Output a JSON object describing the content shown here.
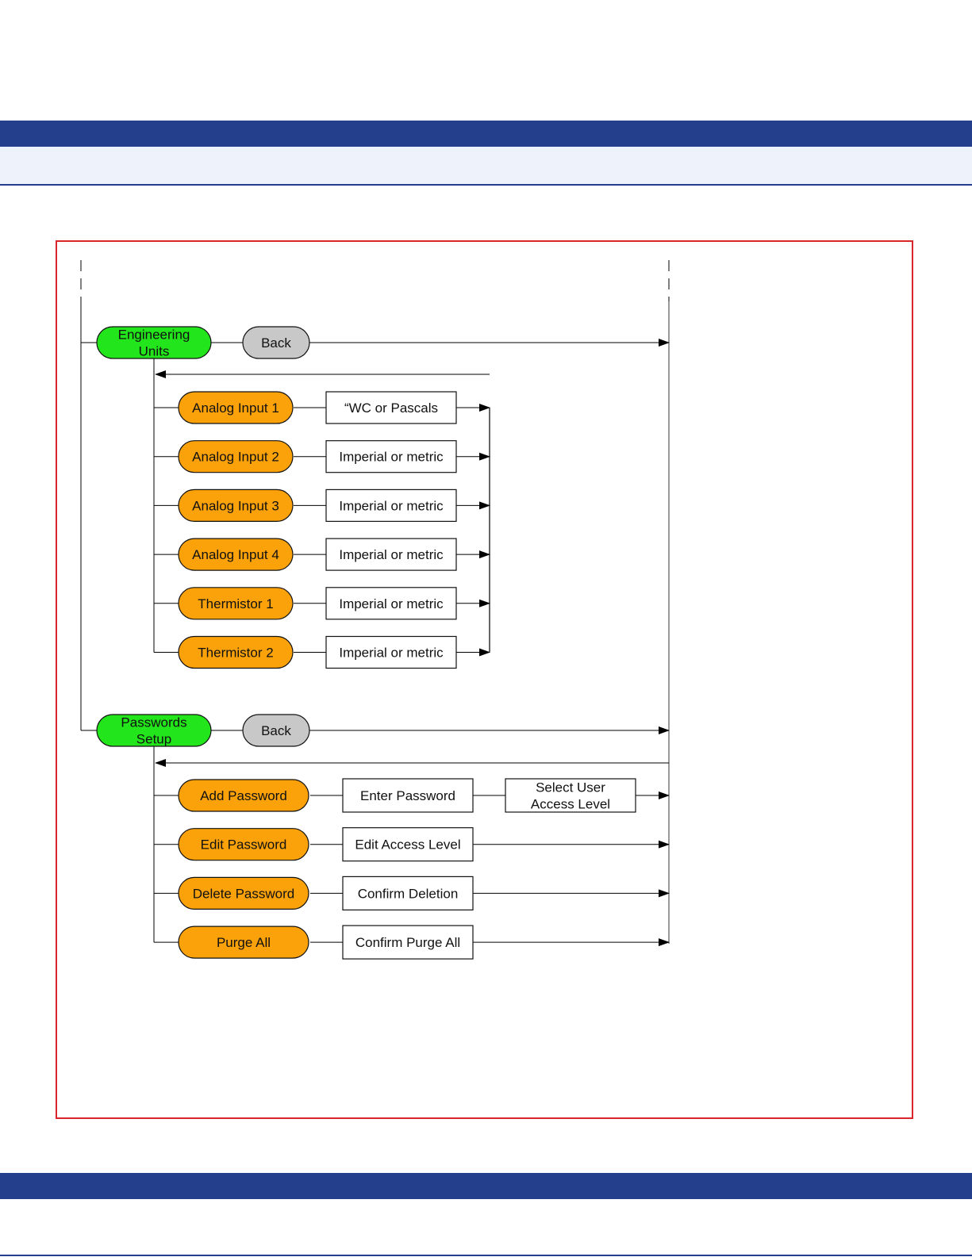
{
  "colors": {
    "header_band": "#243f8c",
    "subheader_band": "#eef2fb",
    "frame_border": "#d9262b",
    "menu_node": "#22e61b",
    "item_node": "#fba20b",
    "back_node": "#c8c8c8",
    "value_box": "#ffffff"
  },
  "diagram": {
    "engineering_units": {
      "label": [
        "Engineering",
        "Units"
      ],
      "back": "Back",
      "items": [
        {
          "label": "Analog Input 1",
          "value": "“WC or Pascals"
        },
        {
          "label": "Analog Input 2",
          "value": "Imperial or metric"
        },
        {
          "label": "Analog Input 3",
          "value": "Imperial or metric"
        },
        {
          "label": "Analog Input 4",
          "value": "Imperial or metric"
        },
        {
          "label": "Thermistor 1",
          "value": "Imperial or metric"
        },
        {
          "label": "Thermistor 2",
          "value": "Imperial or metric"
        }
      ]
    },
    "passwords_setup": {
      "label": [
        "Passwords",
        "Setup"
      ],
      "back": "Back",
      "items": [
        {
          "label": "Add Password",
          "steps": [
            "Enter Password",
            [
              "Select User",
              "Access Level"
            ]
          ]
        },
        {
          "label": "Edit Password",
          "steps": [
            "Edit Access Level"
          ]
        },
        {
          "label": "Delete Password",
          "steps": [
            "Confirm Deletion"
          ]
        },
        {
          "label": "Purge All",
          "steps": [
            "Confirm Purge All"
          ]
        }
      ]
    }
  }
}
